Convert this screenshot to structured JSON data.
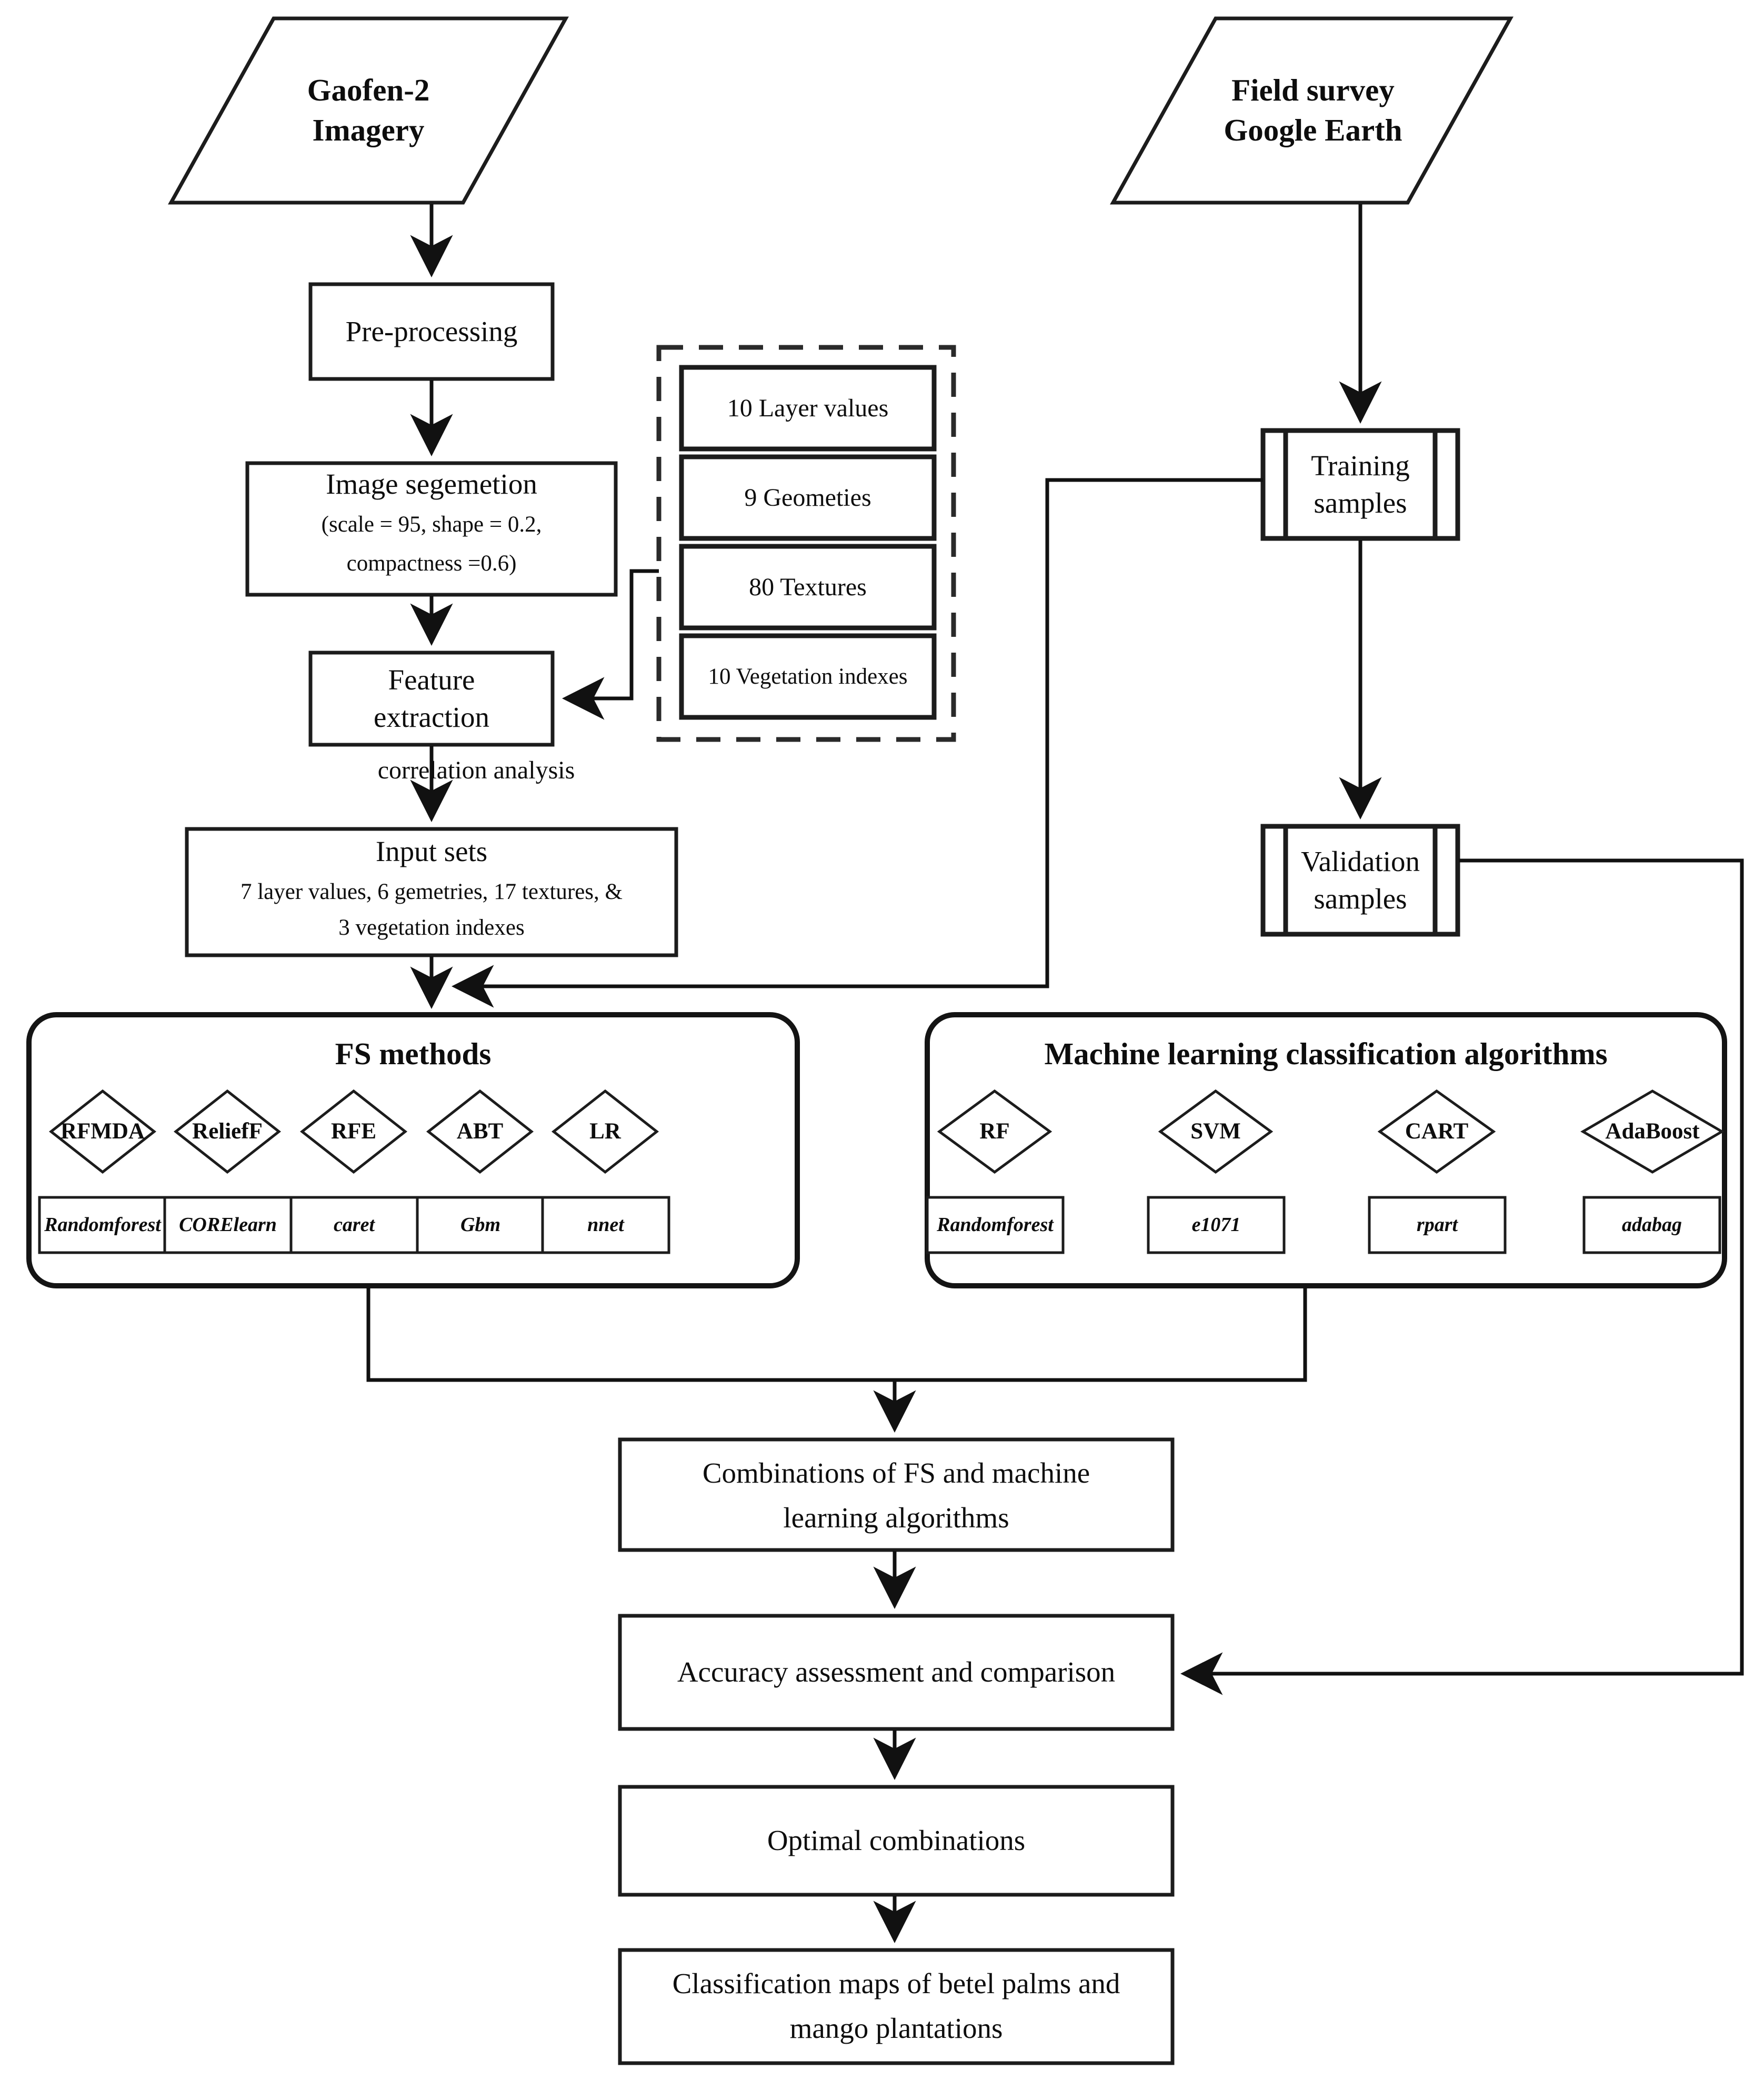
{
  "diagram": {
    "title": "Remote sensing classification workflow flowchart",
    "colors": {
      "stroke": "#111111",
      "fill": "#ffffff",
      "dashed_group": "#2a2a2a"
    },
    "sources": {
      "imagery": "Gaofen-2\nImagery",
      "reference": "Field survey\nGoogle Earth"
    },
    "processing": {
      "preprocessing": "Pre-processing",
      "segmentation_title": "Image segemetion",
      "segmentation_params_line1": "(scale = 95, shape = 0.2,",
      "segmentation_params_line2": "compactness =0.6)",
      "feature_extraction": "Feature\nextraction",
      "correlation_label": "correlation analysis"
    },
    "feature_group": {
      "items": [
        "10 Layer values",
        "9 Geometies",
        "80 Textures",
        "10 Vegetation indexes"
      ]
    },
    "input_sets": {
      "title": "Input sets",
      "detail_line1": "7 layer values, 6 gemetries, 17 textures, &",
      "detail_line2": "3 vegetation indexes"
    },
    "samples": {
      "training": "Training\nsamples",
      "validation": "Validation\nsamples"
    },
    "fs_panel": {
      "title": "FS methods",
      "methods": [
        "RFMDA",
        "ReliefF",
        "RFE",
        "ABT",
        "LR"
      ],
      "packages": [
        "Randomforest",
        "CORElearn",
        "caret",
        "Gbm",
        "nnet"
      ]
    },
    "ml_panel": {
      "title": "Machine learning classification algorithms",
      "methods": [
        "RF",
        "SVM",
        "CART",
        "AdaBoost"
      ],
      "packages": [
        "Randomforest",
        "e1071",
        "rpart",
        "adabag"
      ]
    },
    "results": {
      "combinations_line1": "Combinations of FS and machine",
      "combinations_line2": "learning algorithms",
      "accuracy": "Accuracy assessment and comparison",
      "optimal": "Optimal combinations",
      "maps_line1": "Classification maps of betel palms and",
      "maps_line2": "mango plantations"
    }
  }
}
